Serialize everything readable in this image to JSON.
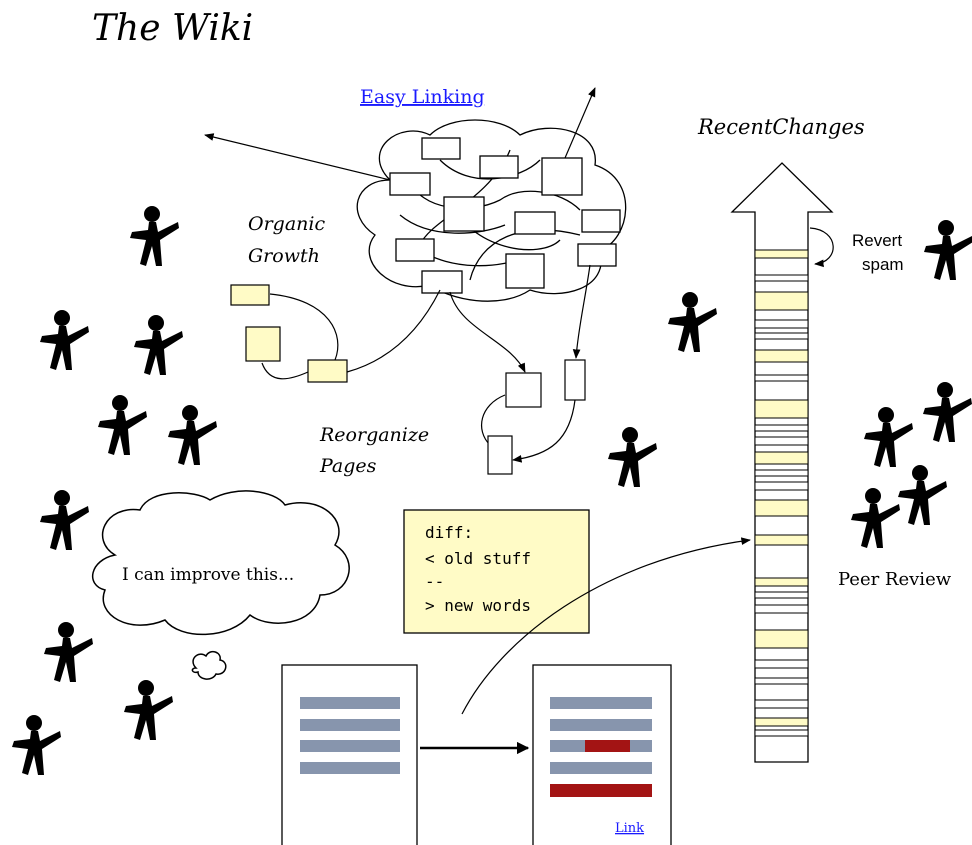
{
  "title": "The Wiki",
  "labels": {
    "easy_linking": "Easy Linking",
    "recent_changes": "RecentChanges",
    "organic_line1": "Organic",
    "organic_line2": "Growth",
    "reorganize_line1": "Reorganize",
    "reorganize_line2": "Pages",
    "revert_line1": "Revert",
    "revert_line2": "spam",
    "peer_review": "Peer Review",
    "thought": "I can improve this...",
    "link": "Link"
  },
  "diff_box": {
    "lines": [
      "diff:",
      "< old stuff",
      "--",
      "> new words"
    ]
  },
  "colors": {
    "page_fill": "#fffbc6",
    "text_bar": "#8795ad",
    "edit_red": "#a31414",
    "link_blue": "#1a1aff",
    "ink": "#000000"
  },
  "icons": {
    "person": "person-figure-icon",
    "arrow": "arrow-icon"
  }
}
